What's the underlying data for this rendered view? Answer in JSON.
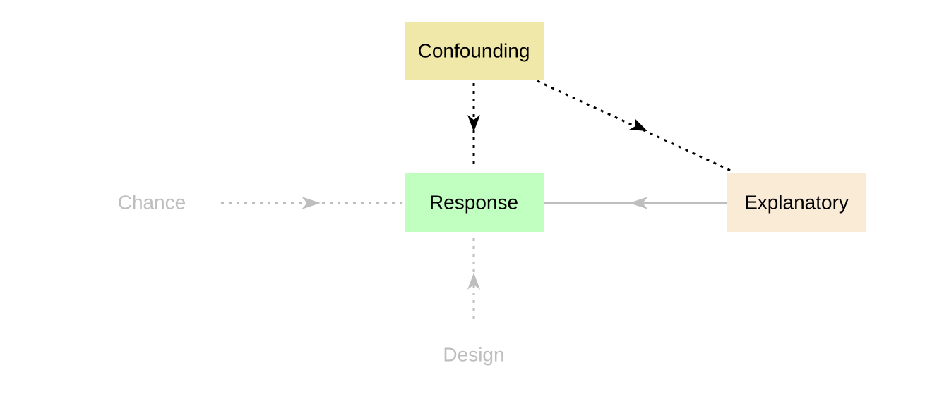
{
  "diagram": {
    "nodes": {
      "confounding": {
        "label": "Confounding",
        "fill": "#EFE8A8",
        "text_color": "#000000"
      },
      "response": {
        "label": "Response",
        "fill": "#C1FFC1",
        "text_color": "#000000"
      },
      "explanatory": {
        "label": "Explanatory",
        "fill": "#FAEBD7",
        "text_color": "#000000"
      },
      "chance": {
        "label": "Chance",
        "text_color": "#BEBEBE"
      },
      "design": {
        "label": "Design",
        "text_color": "#BEBEBE"
      }
    },
    "edges": [
      {
        "from": "confounding",
        "to": "response",
        "style": "dotted",
        "color": "#000000"
      },
      {
        "from": "confounding",
        "to": "explanatory",
        "style": "dotted",
        "color": "#000000"
      },
      {
        "from": "explanatory",
        "to": "response",
        "style": "solid",
        "color": "#BEBEBE"
      },
      {
        "from": "chance",
        "to": "response",
        "style": "dotted",
        "color": "#BEBEBE"
      },
      {
        "from": "design",
        "to": "response",
        "style": "dotted",
        "color": "#BEBEBE"
      }
    ]
  }
}
